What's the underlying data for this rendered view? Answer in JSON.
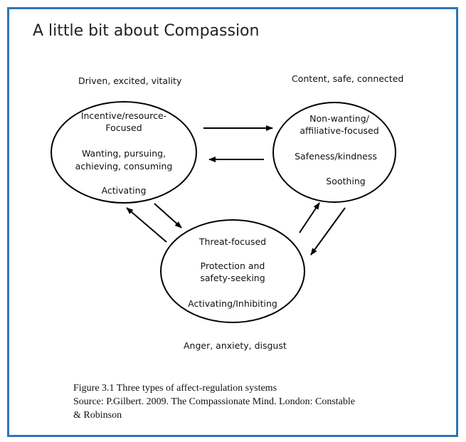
{
  "title": "A little bit about Compassion",
  "labels": {
    "drive_emotions": "Driven, excited, vitality",
    "soothing_emotions": "Content, safe, connected",
    "threat_emotions": "Anger, anxiety, disgust"
  },
  "drive_system": {
    "line1": "Incentive/resource-",
    "line2": "Focused",
    "line3": "Wanting, pursuing,",
    "line4": "achieving, consuming",
    "line5": "Activating"
  },
  "soothing_system": {
    "line1": "Non-wanting/",
    "line2": "affiliative-focused",
    "line3": "Safeness/kindness",
    "line4": "Soothing"
  },
  "threat_system": {
    "line1": "Threat-focused",
    "line2": "Protection and",
    "line3": "safety-seeking",
    "line4": "Activating/Inhibiting"
  },
  "caption": {
    "line1": "Figure 3.1 Three types of affect-regulation systems",
    "line2": "Source: P.Gilbert. 2009. The Compassionate Mind. London: Constable",
    "line3": "& Robinson"
  },
  "colors": {
    "frame_border": "#2e75b6",
    "stroke": "#000000"
  }
}
